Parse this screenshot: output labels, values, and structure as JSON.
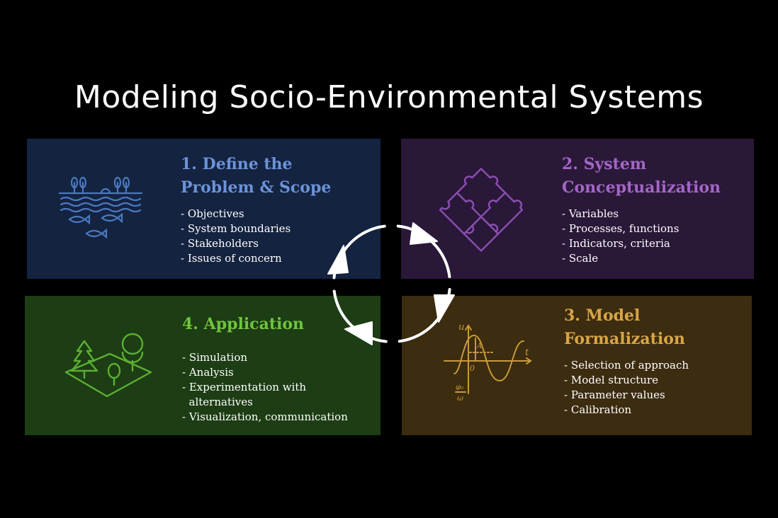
{
  "title": "Modeling Socio-Environmental Systems",
  "colors": {
    "panel1": "#142340",
    "panel2": "#2a1838",
    "panel3": "#3c2c10",
    "panel4": "#1d3d14"
  },
  "panels": {
    "define": {
      "title_line1": "1. Define the",
      "title_line2": "Problem & Scope",
      "items": [
        "- Objectives",
        "- System boundaries",
        "- Stakeholders",
        "- Issues of concern"
      ],
      "icon": "river-fish-trees-icon"
    },
    "conceptualization": {
      "title_line1": "2. System",
      "title_line2": "Conceptualization",
      "items": [
        "- Variables",
        "- Processes, functions",
        "- Indicators, criteria",
        "- Scale"
      ],
      "icon": "puzzle-icon"
    },
    "formalization": {
      "title_line1": "3. Model",
      "title_line2": "Formalization",
      "items": [
        "- Selection of approach",
        "- Model structure",
        "- Parameter values",
        "- Calibration"
      ],
      "icon": "sine-wave-graph-icon"
    },
    "application": {
      "title_line1": "4. Application",
      "items": [
        "- Simulation",
        "- Analysis",
        "- Experimentation with",
        "  alternatives",
        "- Visualization, communication"
      ],
      "icon": "landscape-trees-icon"
    }
  },
  "graph_labels": {
    "u": "u",
    "t": "t",
    "a": "A",
    "zero": "0",
    "numer": "φ₀",
    "denom": "ω"
  }
}
